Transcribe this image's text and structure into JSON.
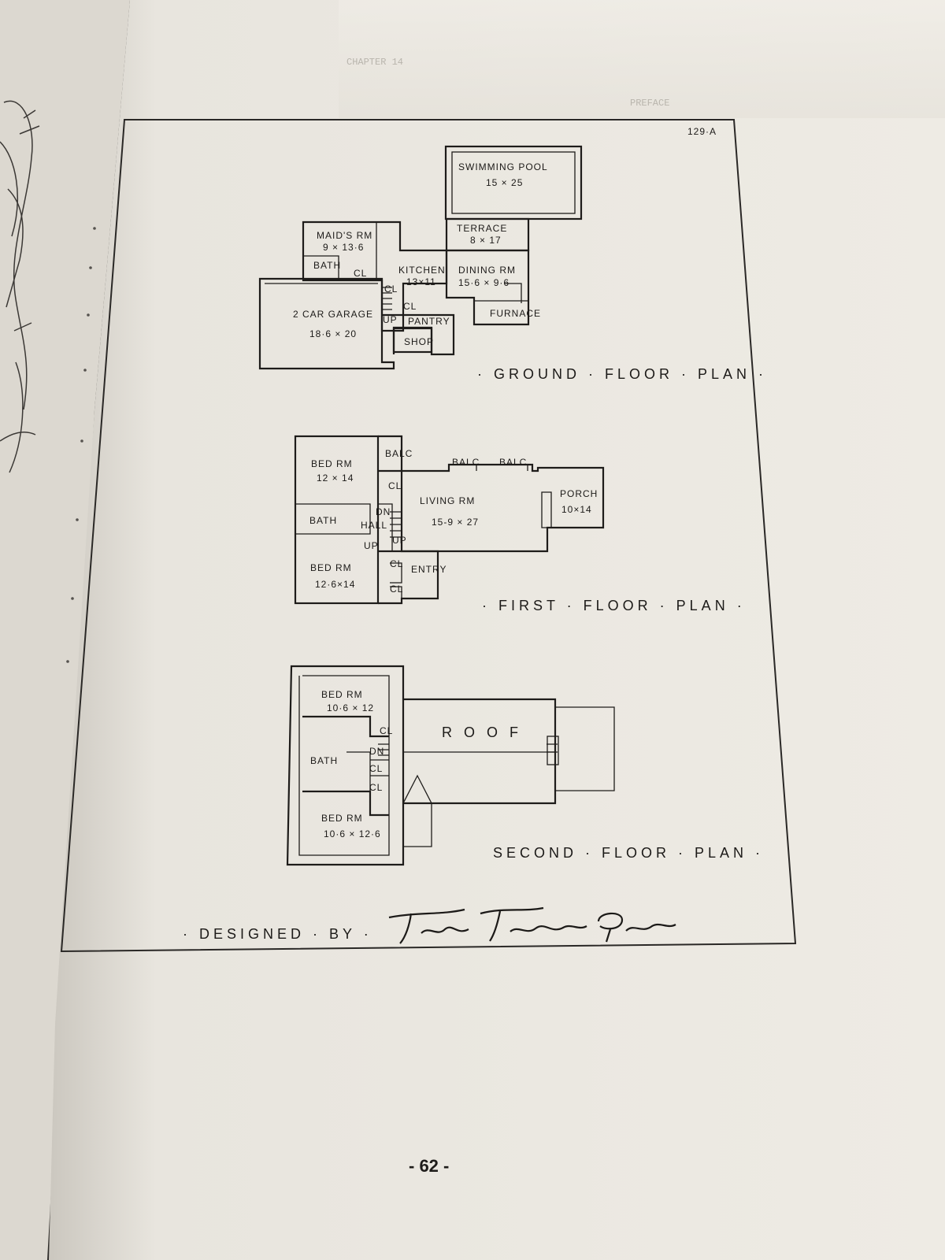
{
  "page": {
    "plate_number": "129·A",
    "page_number": "- 62 -",
    "background_text_fragments": [
      "CHAPTER 14",
      "PREFACE"
    ]
  },
  "ground_floor": {
    "title": "· GROUND · FLOOR · PLAN ·",
    "rooms": {
      "swimming_pool": {
        "name": "SWIMMING POOL",
        "size": "15 × 25"
      },
      "terrace": {
        "name": "TERRACE",
        "size": "8 × 17"
      },
      "maids_rm": {
        "name": "MAID'S RM",
        "size": "9 × 13·6"
      },
      "bath": {
        "name": "BATH"
      },
      "cl1": {
        "name": "CL"
      },
      "kitchen": {
        "name": "KITCHEN",
        "size": "13×11"
      },
      "dining_rm": {
        "name": "DINING RM",
        "size": "15·6 × 9·6"
      },
      "garage": {
        "name": "2 CAR GARAGE",
        "size": "18·6 × 20"
      },
      "cl2": {
        "name": "CL"
      },
      "cl3": {
        "name": "CL"
      },
      "up": {
        "name": "UP"
      },
      "pantry": {
        "name": "PANTRY"
      },
      "furnace": {
        "name": "FURNACE"
      },
      "shop": {
        "name": "SHOP"
      }
    }
  },
  "first_floor": {
    "title": "· FIRST · FLOOR · PLAN ·",
    "rooms": {
      "bed_rm_1": {
        "name": "BED RM",
        "size": "12 × 14"
      },
      "balc_1": {
        "name": "BALC"
      },
      "balc_2": {
        "name": "BALC"
      },
      "balc_3": {
        "name": "BALC"
      },
      "cl1": {
        "name": "CL"
      },
      "living_rm": {
        "name": "LIVING RM",
        "size": "15-9 × 27"
      },
      "porch": {
        "name": "PORCH",
        "size": "10×14"
      },
      "bath": {
        "name": "BATH"
      },
      "dn": {
        "name": "DN"
      },
      "hall": {
        "name": "HALL"
      },
      "up1": {
        "name": "UP"
      },
      "up2": {
        "name": "UP"
      },
      "bed_rm_2": {
        "name": "BED RM",
        "size": "12·6×14"
      },
      "cl2": {
        "name": "CL"
      },
      "entry": {
        "name": "ENTRY"
      },
      "cl3": {
        "name": "CL"
      }
    }
  },
  "second_floor": {
    "title": "SECOND · FLOOR · PLAN ·",
    "rooms": {
      "bed_rm_1": {
        "name": "BED RM",
        "size": "10·6 × 12"
      },
      "cl1": {
        "name": "CL"
      },
      "roof": {
        "name": "R O O F"
      },
      "bath": {
        "name": "BATH"
      },
      "dn": {
        "name": "DN"
      },
      "cl2": {
        "name": "CL"
      },
      "cl3": {
        "name": "CL"
      },
      "bed_rm_2": {
        "name": "BED RM",
        "size": "10·6 × 12·6"
      }
    }
  },
  "credit": {
    "label": "· DESIGNED · BY ·",
    "signature": "Frazier Forman Peters"
  }
}
